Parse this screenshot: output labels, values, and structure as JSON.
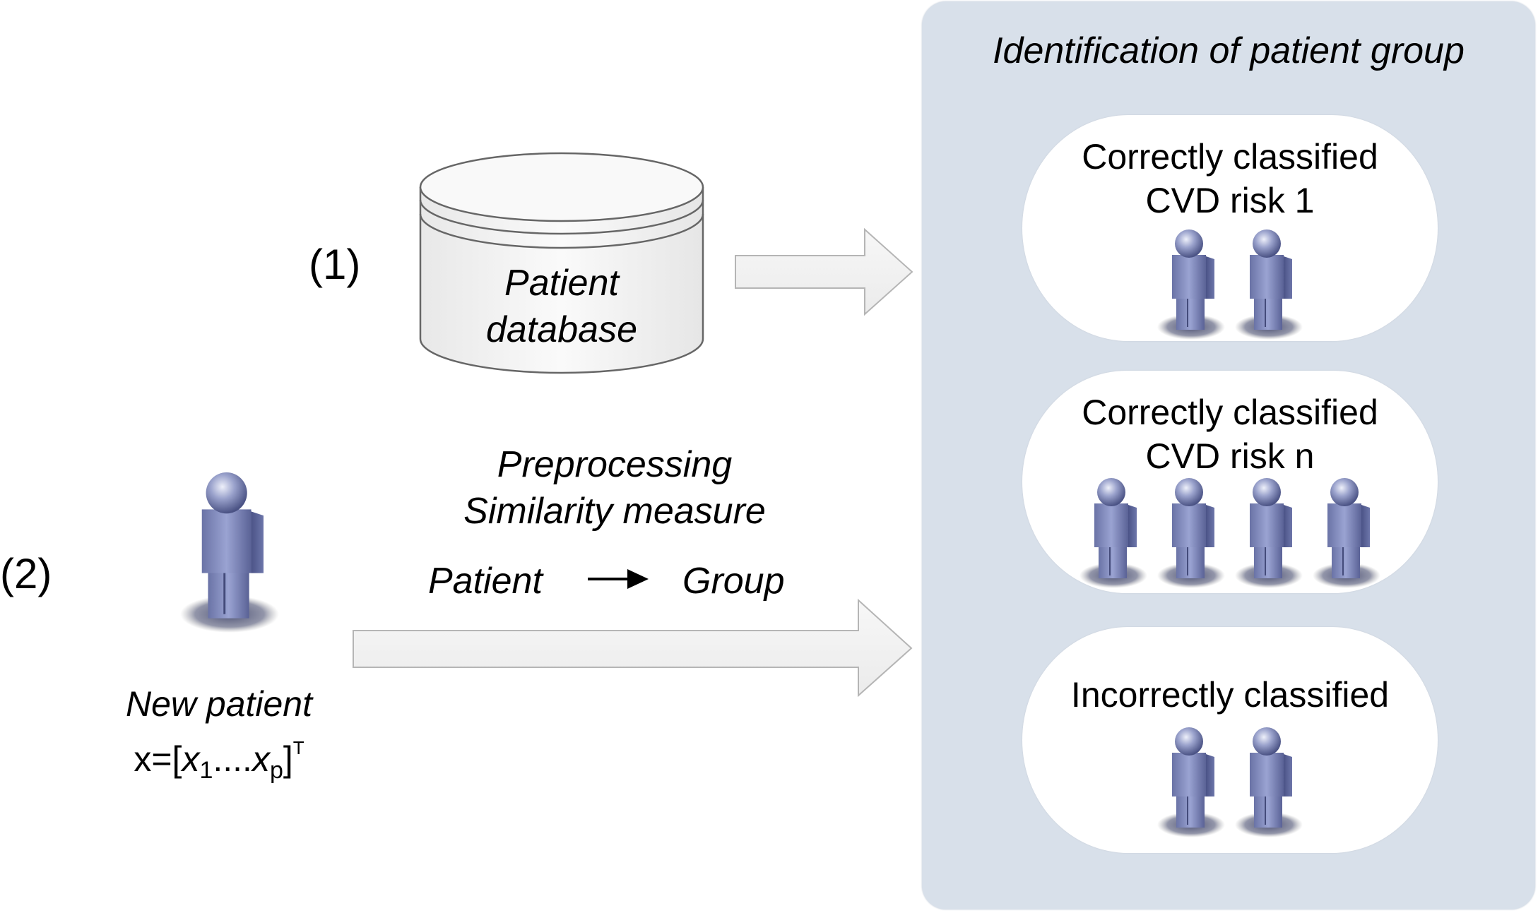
{
  "steps": {
    "step1": "(1)",
    "step2": "(2)"
  },
  "database": {
    "label_line1": "Patient",
    "label_line2": "database",
    "icon": "database-cylinder-icon"
  },
  "process": {
    "line1": "Preprocessing",
    "line2": "Similarity measure",
    "from": "Patient",
    "to": "Group"
  },
  "new_patient": {
    "label": "New patient",
    "formula_prefix": "x=[",
    "x1": "x",
    "sub1": "1",
    "dots": "....",
    "xp": "x",
    "subp": "p",
    "close": "]",
    "sup": "T",
    "icon": "person-icon"
  },
  "panel": {
    "title": "Identification of patient group",
    "background": "#d8e0ea",
    "groups": [
      {
        "line1": "Correctly classified",
        "line2": "CVD risk 1",
        "people": 2
      },
      {
        "line1": "Correctly classified",
        "line2": "CVD risk n",
        "people": 4
      },
      {
        "line1": "Incorrectly classified",
        "line2": "",
        "people": 2
      }
    ]
  },
  "colors": {
    "person_body": "#7d87b8",
    "arrow_fill": "#f2f2f2",
    "arrow_stroke": "#b5b5b5"
  }
}
